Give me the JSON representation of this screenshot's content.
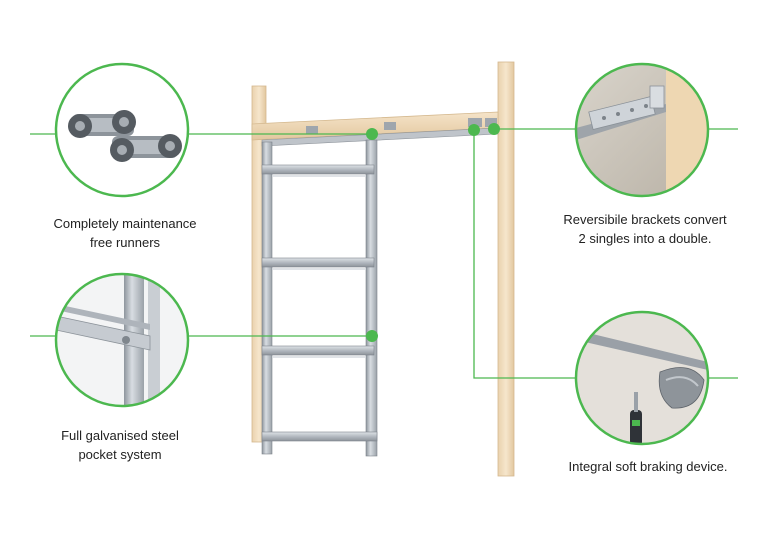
{
  "callouts": {
    "runners": {
      "line1": "Completely maintenance",
      "line2": "free runners"
    },
    "steel": {
      "line1": "Full galvanised steel",
      "line2": "pocket system"
    },
    "brackets": {
      "line1": "Reversibile brackets convert",
      "line2": "2 singles into a double."
    },
    "braking": {
      "line1": "Integral soft braking device."
    }
  },
  "colors": {
    "accent_green": "#4cb84f",
    "timber": "#f1ddbe",
    "steel": "#b9bfc6"
  }
}
